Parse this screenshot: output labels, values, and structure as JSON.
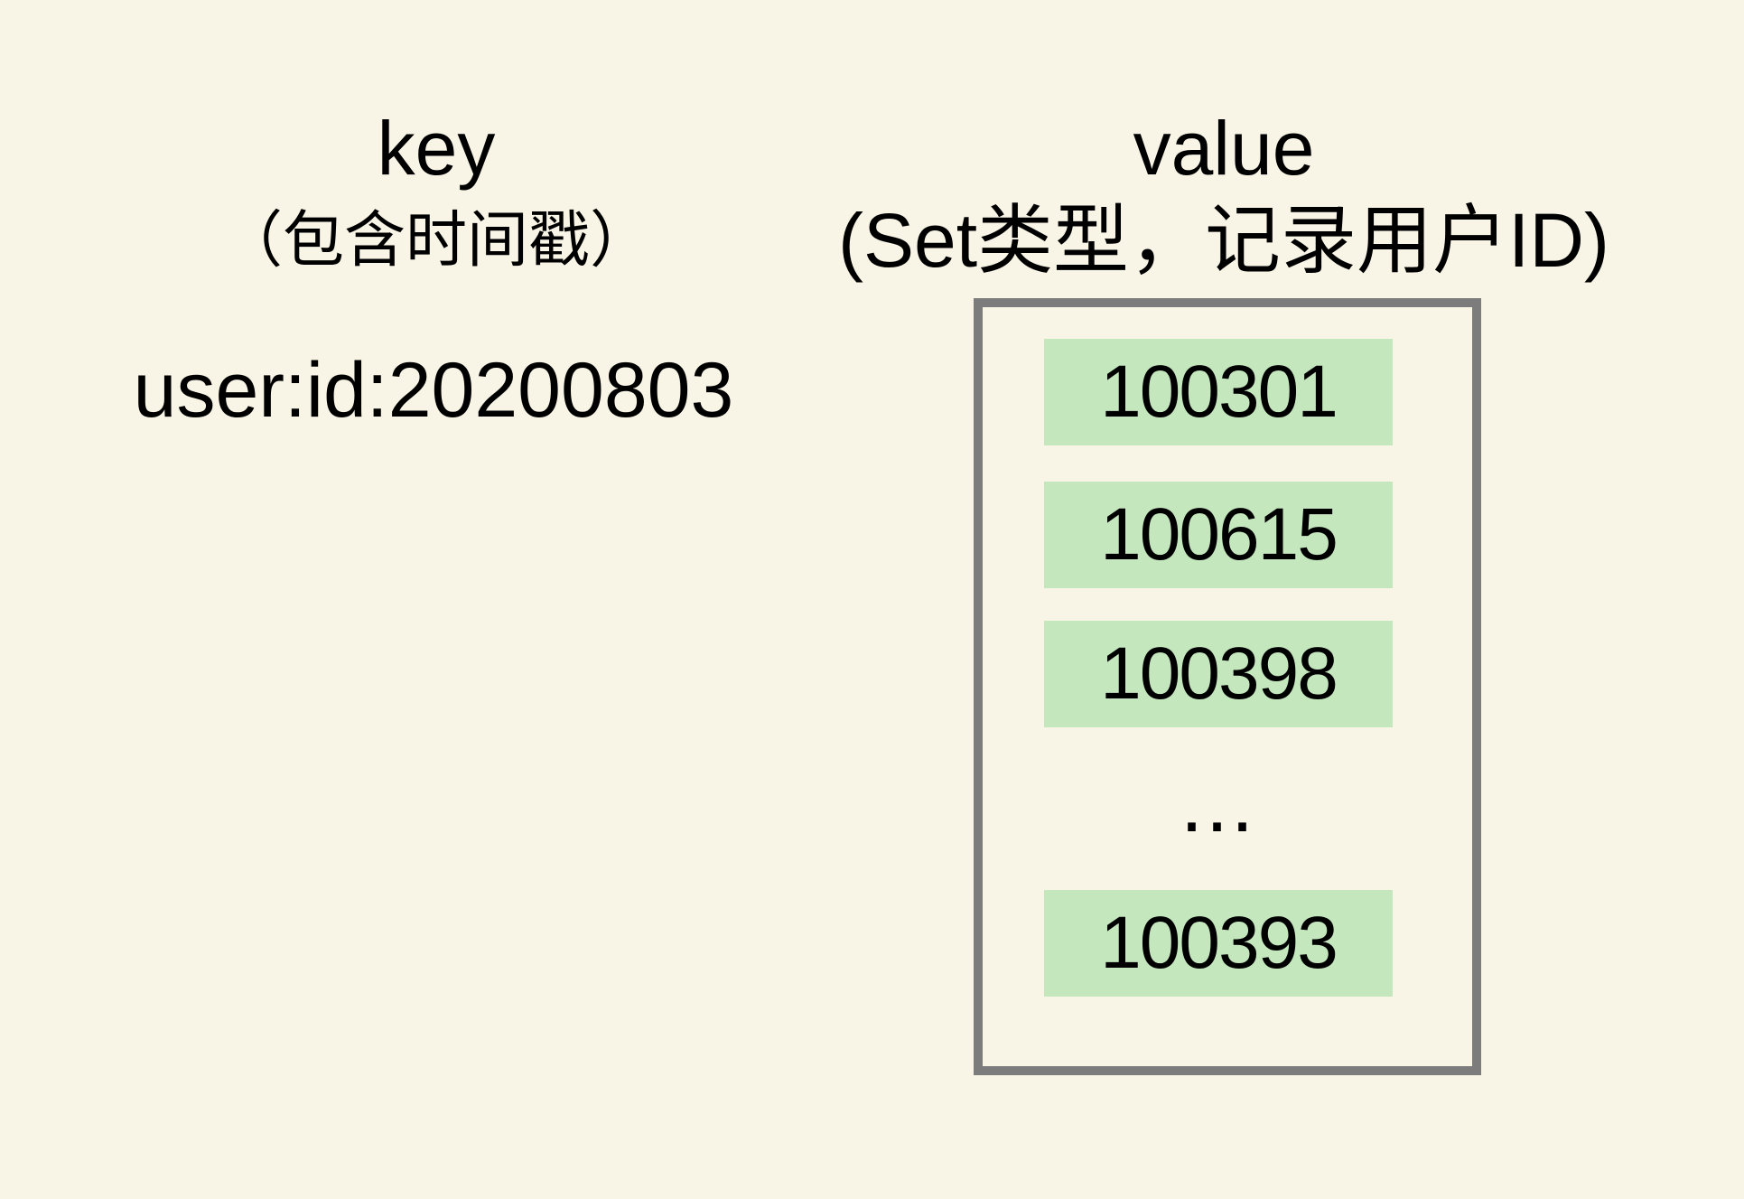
{
  "colors": {
    "background": "#f8f5e6",
    "member_fill": "#c4e7bd",
    "box_border": "#7c7c7c",
    "text": "#000000"
  },
  "key_column": {
    "title": "key",
    "subtitle": "（包含时间戳）",
    "key_string": "user:id:20200803"
  },
  "value_column": {
    "title": "value",
    "subtitle": "(Set类型，记录用户ID)",
    "ellipsis": "...",
    "members": [
      "100301",
      "100615",
      "100398",
      "100393"
    ]
  }
}
